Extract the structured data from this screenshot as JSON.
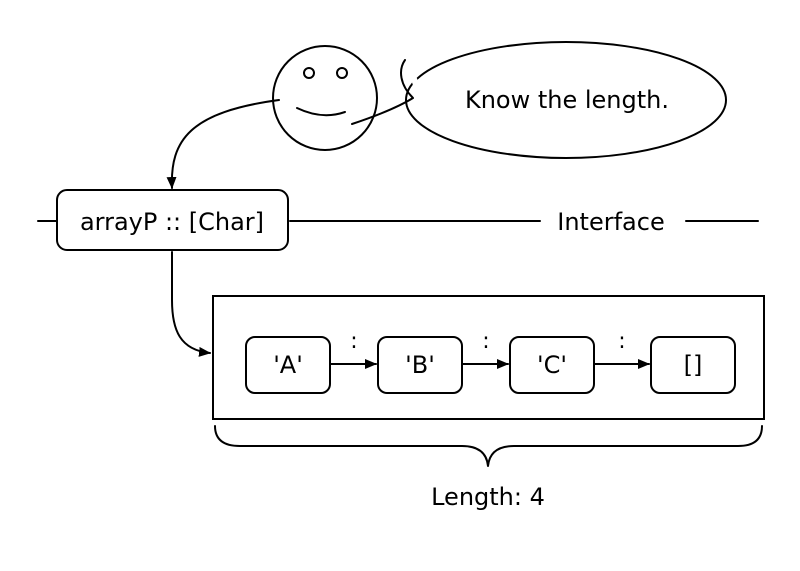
{
  "speech": {
    "text": "Know the length."
  },
  "interface": {
    "type_label": "arrayP :: [Char]",
    "line_label": "Interface"
  },
  "list": {
    "nodes": [
      "'A'",
      "'B'",
      "'C'",
      "[]"
    ],
    "cons": ":"
  },
  "length": {
    "label": "Length: 4"
  }
}
